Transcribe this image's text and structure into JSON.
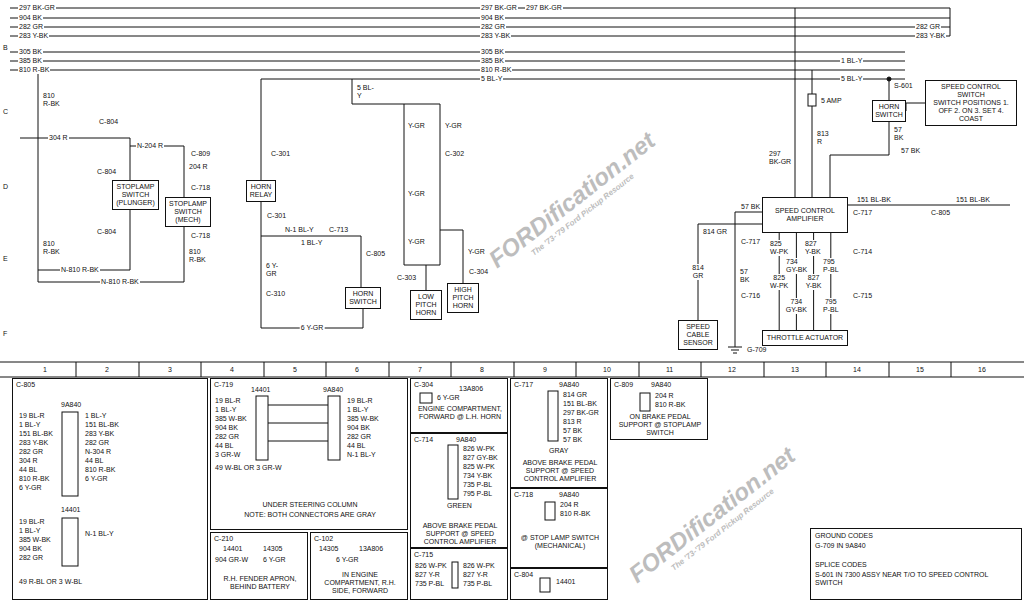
{
  "diagram": {
    "nodes": [
      {
        "text": [
          "STOPLAMP SWITCH (PLUNGER)"
        ]
      },
      {
        "text": [
          "STOPLAMP SWITCH (MECH)"
        ]
      },
      {
        "text": [
          "HORN RELAY"
        ]
      },
      {
        "text": [
          "HORN SWITCH"
        ]
      },
      {
        "text": [
          "LOW PITCH HORN"
        ]
      },
      {
        "text": [
          "HIGH PITCH HORN"
        ]
      },
      {
        "text": [
          "SPEED CABLE SENSOR"
        ]
      },
      {
        "text": [
          "SPEED CONTROL AMPLIFIER"
        ]
      },
      {
        "text": [
          "THROTTLE ACTUATOR"
        ]
      },
      {
        "text": [
          "HORN SWITCH"
        ]
      },
      {
        "text": [
          "SPEED CONTROL SWITCH",
          "SWITCH POSITIONS 1. OFF 2. ON 3. SET 4. COAST"
        ]
      },
      {
        "text": [
          "C-805"
        ]
      },
      {
        "text": [
          "C-719",
          "UNDER STEERING COLUMN",
          "NOTE: BOTH CONNECTORS ARE GRAY"
        ]
      },
      {
        "text": [
          "C-304",
          "13A806",
          "ENGINE COMPARTMENT, FORWARD @ L.H. HORN"
        ]
      },
      {
        "text": [
          "C-717",
          "9A840",
          "ABOVE BRAKE PEDAL SUPPORT @ SPEED CONTROL AMPLIFIER"
        ]
      },
      {
        "text": [
          "C-809",
          "9A840",
          "ON BRAKE PEDAL SUPPORT @ STOPLAMP SWITCH"
        ]
      },
      {
        "text": [
          "C-714",
          "9A840",
          "ABOVE BRAKE PEDAL SUPPORT @ SPEED CONTROL AMPLIFIER"
        ]
      },
      {
        "text": [
          "C-718",
          "9A840",
          "@ STOP LAMP SWITCH (MECHANICAL)"
        ]
      },
      {
        "text": [
          "C-210",
          "R.H. FENDER APRON, BEHIND BATTERY"
        ]
      },
      {
        "text": [
          "C-102",
          "IN ENGINE COMPARTMENT, R.H. SIDE, FORWARD"
        ]
      },
      {
        "text": [
          "C-715"
        ]
      },
      {
        "text": [
          "C-804"
        ]
      },
      {
        "text": [
          "GROUND CODES",
          "G-709 IN 9A840",
          "SPLICE CODES",
          "S-601 IN 7300 ASSY NEAR T/O TO SPEED CONTROL SWITCH"
        ]
      }
    ],
    "edges": [
      {
        "from": 6,
        "to": 7,
        "arrow": "none",
        "label": "814 GR"
      },
      {
        "from": 7,
        "to": 8,
        "arrow": "none",
        "label": "825 W-PK"
      },
      {
        "from": 7,
        "to": 8,
        "arrow": "none",
        "label": "734 GY-BK"
      },
      {
        "from": 7,
        "to": 8,
        "arrow": "none",
        "label": "827 Y-BK"
      },
      {
        "from": 7,
        "to": 8,
        "arrow": "none",
        "label": "795 P-BL"
      },
      {
        "from": 2,
        "to": 3,
        "arrow": "none",
        "label": "6 Y-GR"
      },
      {
        "from": 9,
        "to": 10,
        "arrow": "none"
      }
    ],
    "labels": [
      "1",
      "2",
      "3",
      "4",
      "5",
      "6",
      "7",
      "8",
      "9",
      "10",
      "11",
      "12",
      "13",
      "14",
      "15",
      "16",
      "B",
      "C",
      "D",
      "E",
      "F",
      "297 BK-GR",
      "904 BK",
      "282 GR",
      "283 Y-BK",
      "305 BK",
      "385 BK",
      "810 R-BK",
      "297 BK-GR",
      "297 BK-GR",
      "904 BK",
      "282 GR",
      "283 Y-BK",
      "305 BK",
      "385 BK",
      "810 R-BK",
      "5 BL-Y",
      "283 Y-BK",
      "282 GR",
      "1 BL-Y",
      "5 BL-Y",
      "810 R-BK",
      "C-804",
      "304 R",
      "N-204 R",
      "C-809",
      "204 R",
      "C-804",
      "C-718",
      "C-804",
      "C-718",
      "810 R-BK",
      "810 R-BK",
      "N-810 R-BK",
      "N-810 R-BK",
      "5 BL-Y",
      "C-301",
      "C-301",
      "N-1 BL-Y",
      "1 BL-Y",
      "C-713",
      "C-805",
      "6 Y-GR",
      "C-310",
      "Y-GR",
      "Y-GR",
      "C-302",
      "Y-GR",
      "Y-GR",
      "Y-GR",
      "C-303",
      "C-304",
      "5 AMP",
      "813 R",
      "297 BK-GR",
      "S-601",
      "57 BK",
      "57 BK",
      "151 BL-BK",
      "C-717",
      "151 BL-BK",
      "C-805",
      "814 GR",
      "57 BK",
      "C-717",
      "C-714",
      "C-716",
      "C-715",
      "57 BK",
      "G-709",
      "825 W-PK",
      "734 GY-BK",
      "827 Y-BK",
      "795 P-BL",
      "9A840",
      "19 BL-R",
      "1 BL-Y",
      "151 BL-BK",
      "283 Y-BK",
      "282 GR",
      "304 R",
      "44 BL",
      "810 R-BK",
      "6 Y-GR",
      "1 BL-Y",
      "151 BL-BK",
      "283 Y-BK",
      "282 GR",
      "N-304 R",
      "44 BL",
      "810 R-BK",
      "6 Y-GR",
      "14401",
      "19 BL-R",
      "1 BL-Y",
      "385 W-BK",
      "904 BK",
      "282 GR",
      "49 R-BL OR 3 W-BL",
      "N-1 BL-Y",
      "14401",
      "9A840",
      "19 BL-R",
      "1 BL-Y",
      "385 W-BK",
      "904 BK",
      "282 GR",
      "44 BL",
      "3 GR-W",
      "19 BL-R",
      "1 BL-Y",
      "385 W-BK",
      "904 BK",
      "282 GR",
      "44 BL",
      "N-1 BL-Y",
      "49 W-BL OR 3 GR-W",
      "6 Y-GR",
      "814 GR",
      "151 BL-BK",
      "297 BK-GR",
      "813 R",
      "57 BK",
      "57 BK",
      "GRAY",
      "204 R",
      "810 R-BK",
      "826 W-PK",
      "827 GY-BK",
      "825 W-PK",
      "734 Y-BK",
      "735 P-BL",
      "795 P-BL",
      "GREEN",
      "204 R",
      "810 R-BK",
      "14401",
      "14305",
      "904 GR-W",
      "6 Y-GR",
      "14305",
      "13A806",
      "6 Y-GR",
      "826 W-PK",
      "827 Y-R",
      "735 P-BL",
      "826 W-PK",
      "827 Y-R",
      "735 P-BL",
      "14401",
      "FORDification.net",
      "The '73-'79 Ford Pickup Resource",
      "FORDification.net",
      "The '73-'79 Ford Pickup Resource"
    ]
  }
}
